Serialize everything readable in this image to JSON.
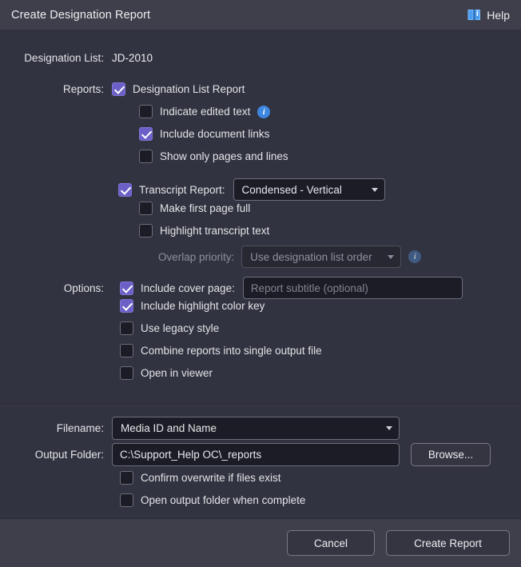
{
  "window": {
    "title": "Create Designation Report",
    "help_label": "Help",
    "help_icon": "book-info-icon"
  },
  "form": {
    "designation_list_label": "Designation List:",
    "designation_list_value": "JD-2010",
    "reports_label": "Reports:",
    "options_label": "Options:",
    "overlap_priority_label": "Overlap priority:",
    "filename_label": "Filename:",
    "output_folder_label": "Output Folder:"
  },
  "reports": {
    "designation_list_report": {
      "label": "Designation List Report",
      "checked": true
    },
    "indicate_edited_text": {
      "label": "Indicate edited text",
      "checked": false,
      "info": "info-icon"
    },
    "include_document_links": {
      "label": "Include document links",
      "checked": true
    },
    "show_only_pages_and_lines": {
      "label": "Show only pages and lines",
      "checked": false
    },
    "transcript_report": {
      "label": "Transcript Report:",
      "checked": true
    },
    "transcript_format": {
      "value": "Condensed - Vertical"
    },
    "make_first_page_full": {
      "label": "Make first page full",
      "checked": false
    },
    "highlight_transcript_text": {
      "label": "Highlight transcript text",
      "checked": false
    },
    "overlap_priority": {
      "value": "Use designation list order",
      "disabled": true,
      "info": "info-icon"
    }
  },
  "options": {
    "include_cover_page": {
      "label": "Include cover page:",
      "checked": true
    },
    "report_subtitle": {
      "value": "",
      "placeholder": "Report subtitle (optional)"
    },
    "include_highlight_color_key": {
      "label": "Include highlight color key",
      "checked": true
    },
    "use_legacy_style": {
      "label": "Use legacy style",
      "checked": false
    },
    "combine_reports": {
      "label": "Combine reports into single output file",
      "checked": false
    },
    "open_in_viewer": {
      "label": "Open in viewer",
      "checked": false
    }
  },
  "output": {
    "filename_value": "Media ID and Name",
    "output_folder_value": "C:\\Support_Help OC\\_reports",
    "browse_label": "Browse...",
    "confirm_overwrite": {
      "label": "Confirm overwrite if files exist",
      "checked": false
    },
    "open_output_folder": {
      "label": "Open output folder when complete",
      "checked": false
    }
  },
  "footer": {
    "cancel_label": "Cancel",
    "create_label": "Create Report"
  },
  "colors": {
    "titlebar_bg": "#3e3f4a",
    "body_bg": "#323340",
    "checkbox_checked": "#6c5fc7",
    "info_blue": "#3d87e0",
    "input_bg": "#1b1c25"
  }
}
